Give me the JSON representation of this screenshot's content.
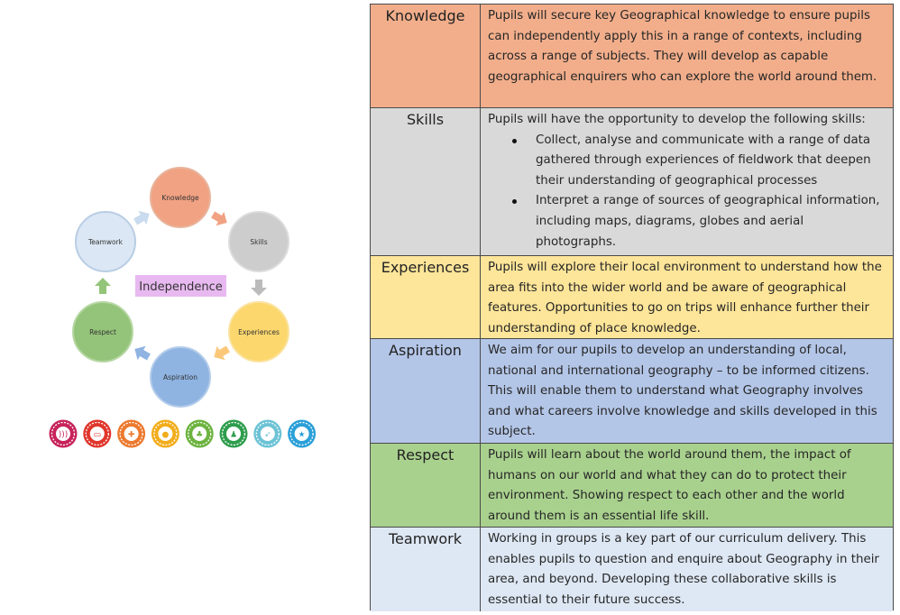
{
  "diagram": {
    "center_label": "Independence",
    "nodes": [
      {
        "label": "Knowledge",
        "fill": "#f1a283",
        "stroke": "#e8b49b"
      },
      {
        "label": "Skills",
        "fill": "#cdcdcd",
        "stroke": "#dcdcdc"
      },
      {
        "label": "Experiences",
        "fill": "#fbd76d",
        "stroke": "#fbe29d"
      },
      {
        "label": "Aspiration",
        "fill": "#8fb4e2",
        "stroke": "#b4ccea"
      },
      {
        "label": "Respect",
        "fill": "#94c47a",
        "stroke": "#b6d7a3"
      },
      {
        "label": "Teamwork",
        "fill": "#dbe7f4",
        "stroke": "#b9cde4"
      }
    ],
    "arrow_colors": [
      "#f1a283",
      "#bbbbbb",
      "#fbc87a",
      "#8fb4e2",
      "#94c47a",
      "#c9dbee"
    ],
    "badges": [
      {
        "icon": "speaker-icon",
        "color": "#c7235a"
      },
      {
        "icon": "speech-bubble-icon",
        "color": "#e0362c"
      },
      {
        "icon": "puzzle-icon",
        "color": "#ec7a2f"
      },
      {
        "icon": "lightbulb-icon",
        "color": "#f2ad1c"
      },
      {
        "icon": "sprout-icon",
        "color": "#6db33f"
      },
      {
        "icon": "person-icon",
        "color": "#2e9d4d"
      },
      {
        "icon": "rocket-icon",
        "color": "#6cc3d5"
      },
      {
        "icon": "star-icon",
        "color": "#2a9fd8"
      }
    ]
  },
  "table": {
    "rows": [
      {
        "name": "Knowledge",
        "color": "#f2ae8b",
        "desc": "Pupils will secure key Geographical knowledge to ensure pupils can independently apply this in a range of contexts, including across a range of subjects. They will develop as capable geographical enquirers who can explore the world around them."
      },
      {
        "name": "Skills",
        "color": "#d9d9d9",
        "desc": "Pupils will have the opportunity to develop the following skills:",
        "bullets": [
          "Collect, analyse and communicate with a range of data gathered through experiences of fieldwork that deepen their understanding of geographical processes",
          "Interpret a range of sources of geographical information, including maps, diagrams, globes and aerial photographs."
        ]
      },
      {
        "name": "Experiences",
        "color": "#fde599",
        "desc": "Pupils will explore their local environment to understand how the area fits into the wider world and be aware of geographical features. Opportunities to go on trips will enhance further their understanding of place knowledge."
      },
      {
        "name": "Aspiration",
        "color": "#b4c6e7",
        "desc": "We aim for our pupils to develop an understanding of local, national and international geography – to be informed citizens. This will enable them to understand what Geography involves and what careers involve knowledge and skills developed in this subject."
      },
      {
        "name": "Respect",
        "color": "#a9d18e",
        "desc": "Pupils will learn about the world around them, the impact of humans on our world and what they can do to protect their environment. Showing respect to each other and the world around them is an essential life skill."
      },
      {
        "name": "Teamwork",
        "color": "#dee8f4",
        "desc": "Working in groups is a key part of our curriculum delivery. This enables pupils to question and enquire about Geography in their area, and beyond. Developing these collaborative skills is essential to their future success."
      }
    ]
  }
}
